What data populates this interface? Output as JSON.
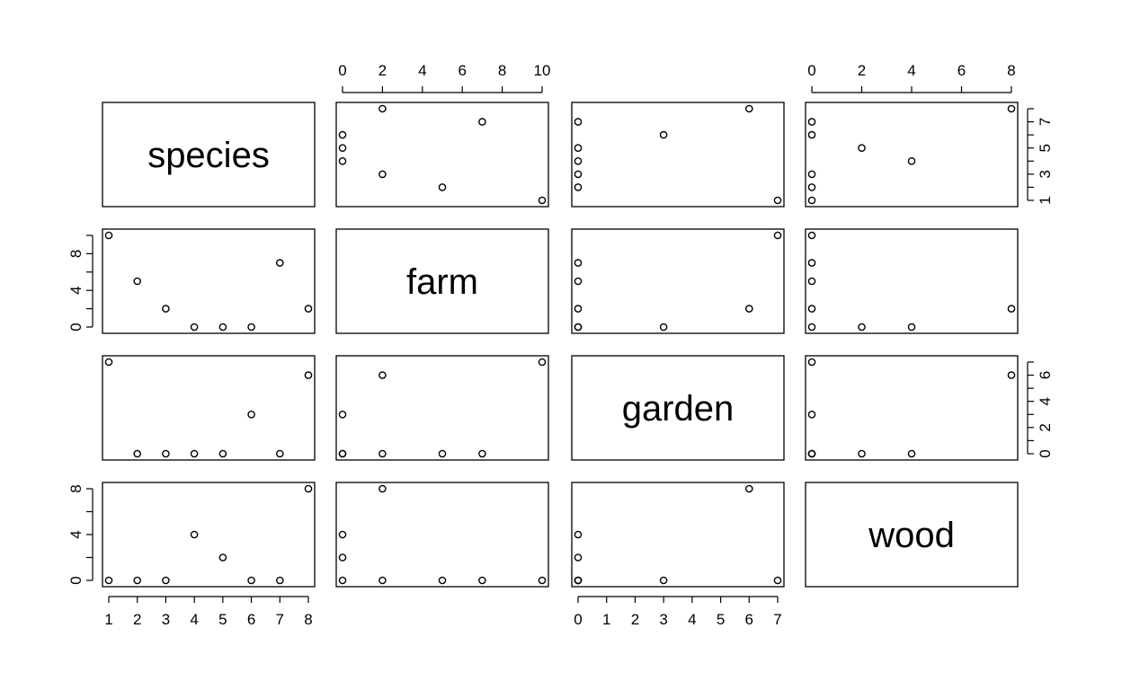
{
  "chart_data": {
    "type": "scatter",
    "variables": [
      "species",
      "farm",
      "garden",
      "wood"
    ],
    "data": {
      "species": [
        1,
        2,
        3,
        4,
        5,
        6,
        7,
        8
      ],
      "farm": [
        10,
        5,
        2,
        0,
        0,
        0,
        7,
        2
      ],
      "garden": [
        7,
        0,
        0,
        0,
        0,
        3,
        0,
        6
      ],
      "wood": [
        0,
        0,
        0,
        4,
        2,
        0,
        0,
        8
      ]
    },
    "axis_ranges": {
      "species": [
        1,
        8
      ],
      "farm": [
        0,
        10
      ],
      "garden": [
        0,
        7
      ],
      "wood": [
        0,
        8
      ]
    },
    "axis_ticks": {
      "species": [
        1,
        2,
        3,
        4,
        5,
        6,
        7,
        8
      ],
      "farm": [
        0,
        2,
        4,
        6,
        8,
        10
      ],
      "garden": [
        0,
        1,
        2,
        3,
        4,
        5,
        6,
        7
      ],
      "wood": [
        0,
        2,
        4,
        6,
        8
      ]
    },
    "axis_tick_labels": {
      "species": [
        "1",
        "2",
        "3",
        "4",
        "5",
        "6",
        "7",
        "8"
      ],
      "farm": [
        "0",
        "2",
        "4",
        "6",
        "8",
        "10"
      ],
      "garden": [
        "0",
        "1",
        "2",
        "3",
        "4",
        "5",
        "6",
        "7"
      ],
      "wood": [
        "0",
        "2",
        "4",
        "6",
        "8"
      ]
    },
    "right_tick_labels": {
      "species": [
        "1",
        "3",
        "5",
        "7"
      ],
      "garden": [
        "0",
        "2",
        "4",
        "6"
      ]
    },
    "left_tick_labels": {
      "farm": [
        "0",
        "4",
        "8"
      ],
      "wood": [
        "0",
        "4",
        "8"
      ]
    },
    "grid": false,
    "legend": "none",
    "layout": "pairs-matrix"
  }
}
